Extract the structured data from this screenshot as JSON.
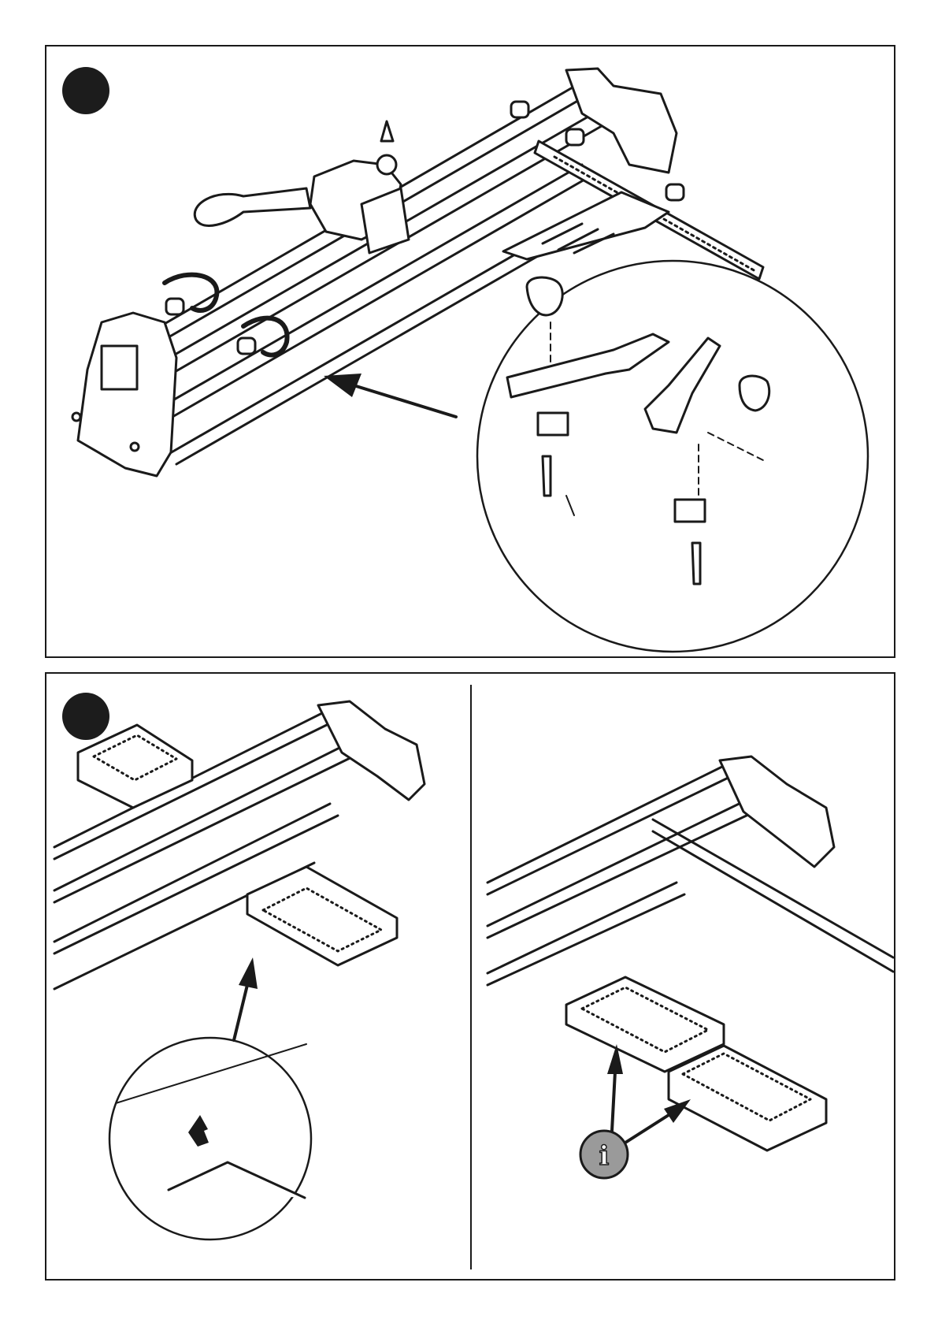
{
  "page": {
    "background": "#ffffff",
    "line_color": "#1a1a1a"
  },
  "steps": [
    {
      "id": "step-1",
      "badge_color": "#1c1c1c"
    },
    {
      "id": "step-2",
      "badge_color": "#1c1c1c"
    }
  ],
  "info_icon": {
    "glyph": "i",
    "fill": "#9a9a9a"
  },
  "icons": [
    "knob-icon",
    "rotate-arrow-icon",
    "pointer-arrow-icon",
    "info-icon"
  ]
}
